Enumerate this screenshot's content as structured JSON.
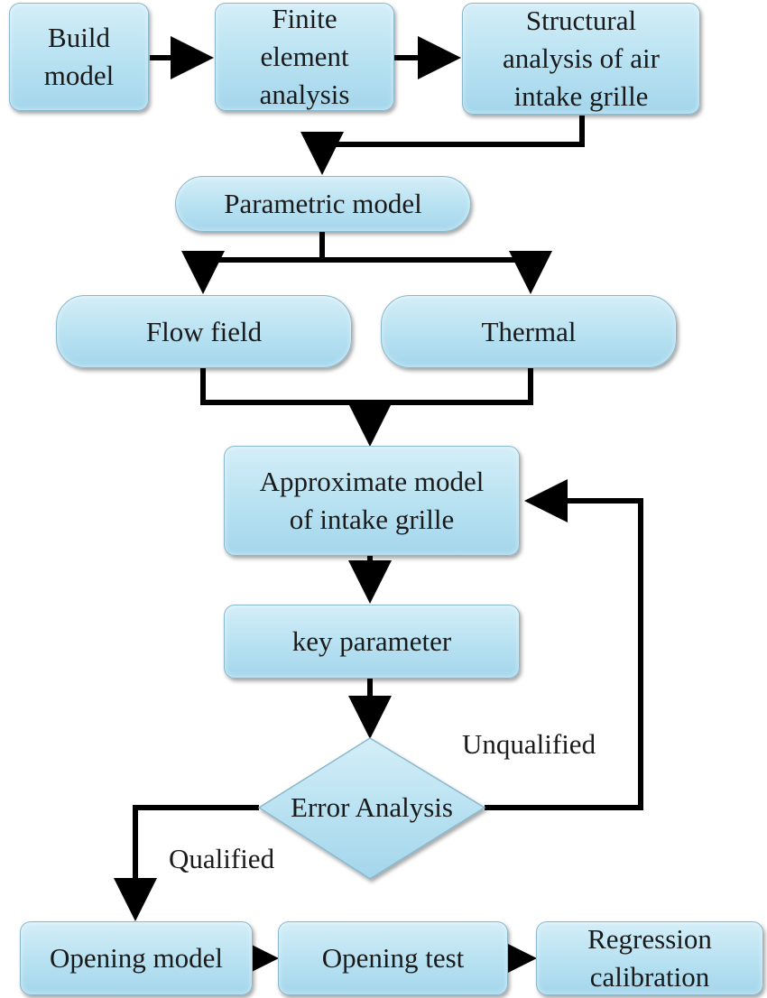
{
  "nodes": {
    "build_model": [
      "Build",
      "model"
    ],
    "finite_element": [
      "Finite",
      "element",
      "analysis"
    ],
    "structural": [
      "Structural",
      "analysis of air",
      "intake grille"
    ],
    "parametric": [
      "Parametric model"
    ],
    "flow_field": [
      "Flow field"
    ],
    "thermal": [
      "Thermal"
    ],
    "approximate": [
      "Approximate model",
      "of intake grille"
    ],
    "key_parameter": [
      "key parameter"
    ],
    "error_analysis": [
      "Error Analysis"
    ],
    "opening_model": [
      "Opening model"
    ],
    "opening_test": [
      "Opening test"
    ],
    "regression": [
      "Regression",
      "calibration"
    ]
  },
  "edge_labels": {
    "unqualified": "Unqualified",
    "qualified": "Qualified"
  },
  "colors": {
    "box_fill": "#b7e1f1",
    "box_border": "#8ab8cc",
    "line": "#000000"
  }
}
